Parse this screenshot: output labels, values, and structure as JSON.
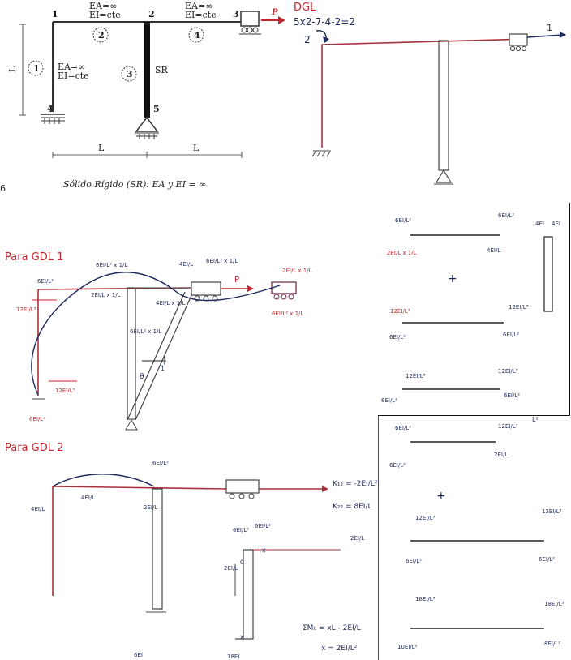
{
  "top_diagram": {
    "node_labels": [
      "1",
      "2",
      "3",
      "4",
      "5"
    ],
    "member_labels": [
      "1",
      "2",
      "3",
      "4"
    ],
    "member1_props": [
      "EA=∞",
      "EI=cte"
    ],
    "member2_props": [
      "EA=∞",
      "EI=cte"
    ],
    "member4_props": [
      "EA=∞",
      "EI=cte"
    ],
    "sr_label": "SR",
    "load_label": "P",
    "dim_height": "L",
    "dim_left": "L",
    "dim_right": "L",
    "caption": "Sólido Rígido (SR): EA y EI = ∞",
    "page_number": "6"
  },
  "dgl_diagram": {
    "title": "DGL",
    "equation": "5x2-7-4-2=2",
    "dof_rotation_label": "2",
    "dof_translation_label": "1"
  },
  "gdl1": {
    "title": "Para GDL 1",
    "load_label": "P",
    "labels": {
      "top_left_moment": "6EI/L²",
      "left_force": "12EI/L³",
      "bottom_force": "12EI/L³",
      "bottom_moment": "6EI/L²",
      "a": "6EI/L² x 1/L",
      "b": "2EI/L x 1/L",
      "c": "4EI/L x 1/L",
      "d": "4EI/L",
      "e": "6EI/L² x 1/L",
      "f": "2EI/L x 1/L",
      "g": "6EI/L² x 1/L",
      "h": "6EI/L² x 1/L",
      "theta": "θ",
      "one": "1"
    }
  },
  "gdl2": {
    "title": "Para GDL 2",
    "labels": {
      "top_moment": "6EI/L²",
      "left_moment": "4EI/L",
      "mid_moment": "4EI/L",
      "col_moment": "2EI/L",
      "fb1": "6EI/L²",
      "fb2": "6EI/L²",
      "fb3": "2EI/L",
      "fb4": "2EI/L",
      "x_label": "x",
      "o_label": "o",
      "x_label2": "x"
    },
    "k12": "K₁₂ = -2EI/L²",
    "k22": "K₂₂ = 8EI/L",
    "sum_moment": "ΣM₀ = xL - 2EI/L",
    "x_result": "x = 2EI/L²",
    "bottom_labels": [
      "6EI",
      "18EI"
    ]
  },
  "right_panel_a": {
    "labels": [
      "6EI/L²",
      "6EI/L²",
      "2EI/L x 1/L",
      "4EI/L",
      "4EI",
      "4EI",
      "12EI/L³",
      "12EI/L³",
      "6EI/L²",
      "6EI/L²",
      "12EI/L³",
      "12EI/L³",
      "6EI/L²",
      "6EI/L²"
    ],
    "plus": "+"
  },
  "right_panel_b": {
    "top_label": "L²",
    "labels": [
      "6EI/L²",
      "12EI/L³",
      "6EI/L²",
      "2EI/L",
      "12EI/L³",
      "12EI/L³",
      "6EI/L²",
      "6EI/L²",
      "18EI/L³",
      "18EI/L³",
      "10EI/L²",
      "8EI/L²"
    ],
    "plus": "+"
  }
}
